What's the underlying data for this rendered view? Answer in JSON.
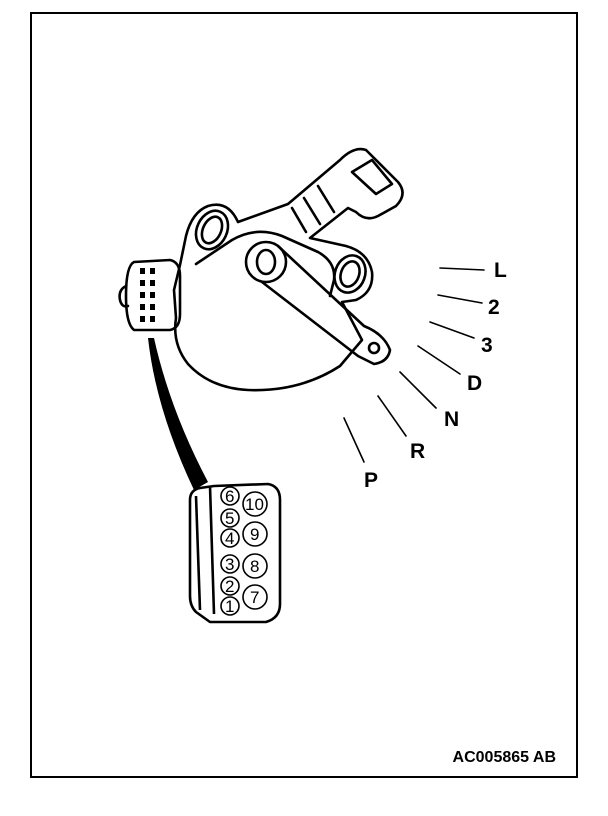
{
  "diagram": {
    "positions": [
      "L",
      "2",
      "3",
      "D",
      "N",
      "R",
      "P"
    ],
    "connector_pins": [
      "1",
      "2",
      "3",
      "4",
      "5",
      "6",
      "7",
      "8",
      "9",
      "10"
    ],
    "drawing_code": "AC005865 AB"
  },
  "colors": {
    "line": "#000000",
    "background": "#ffffff"
  }
}
